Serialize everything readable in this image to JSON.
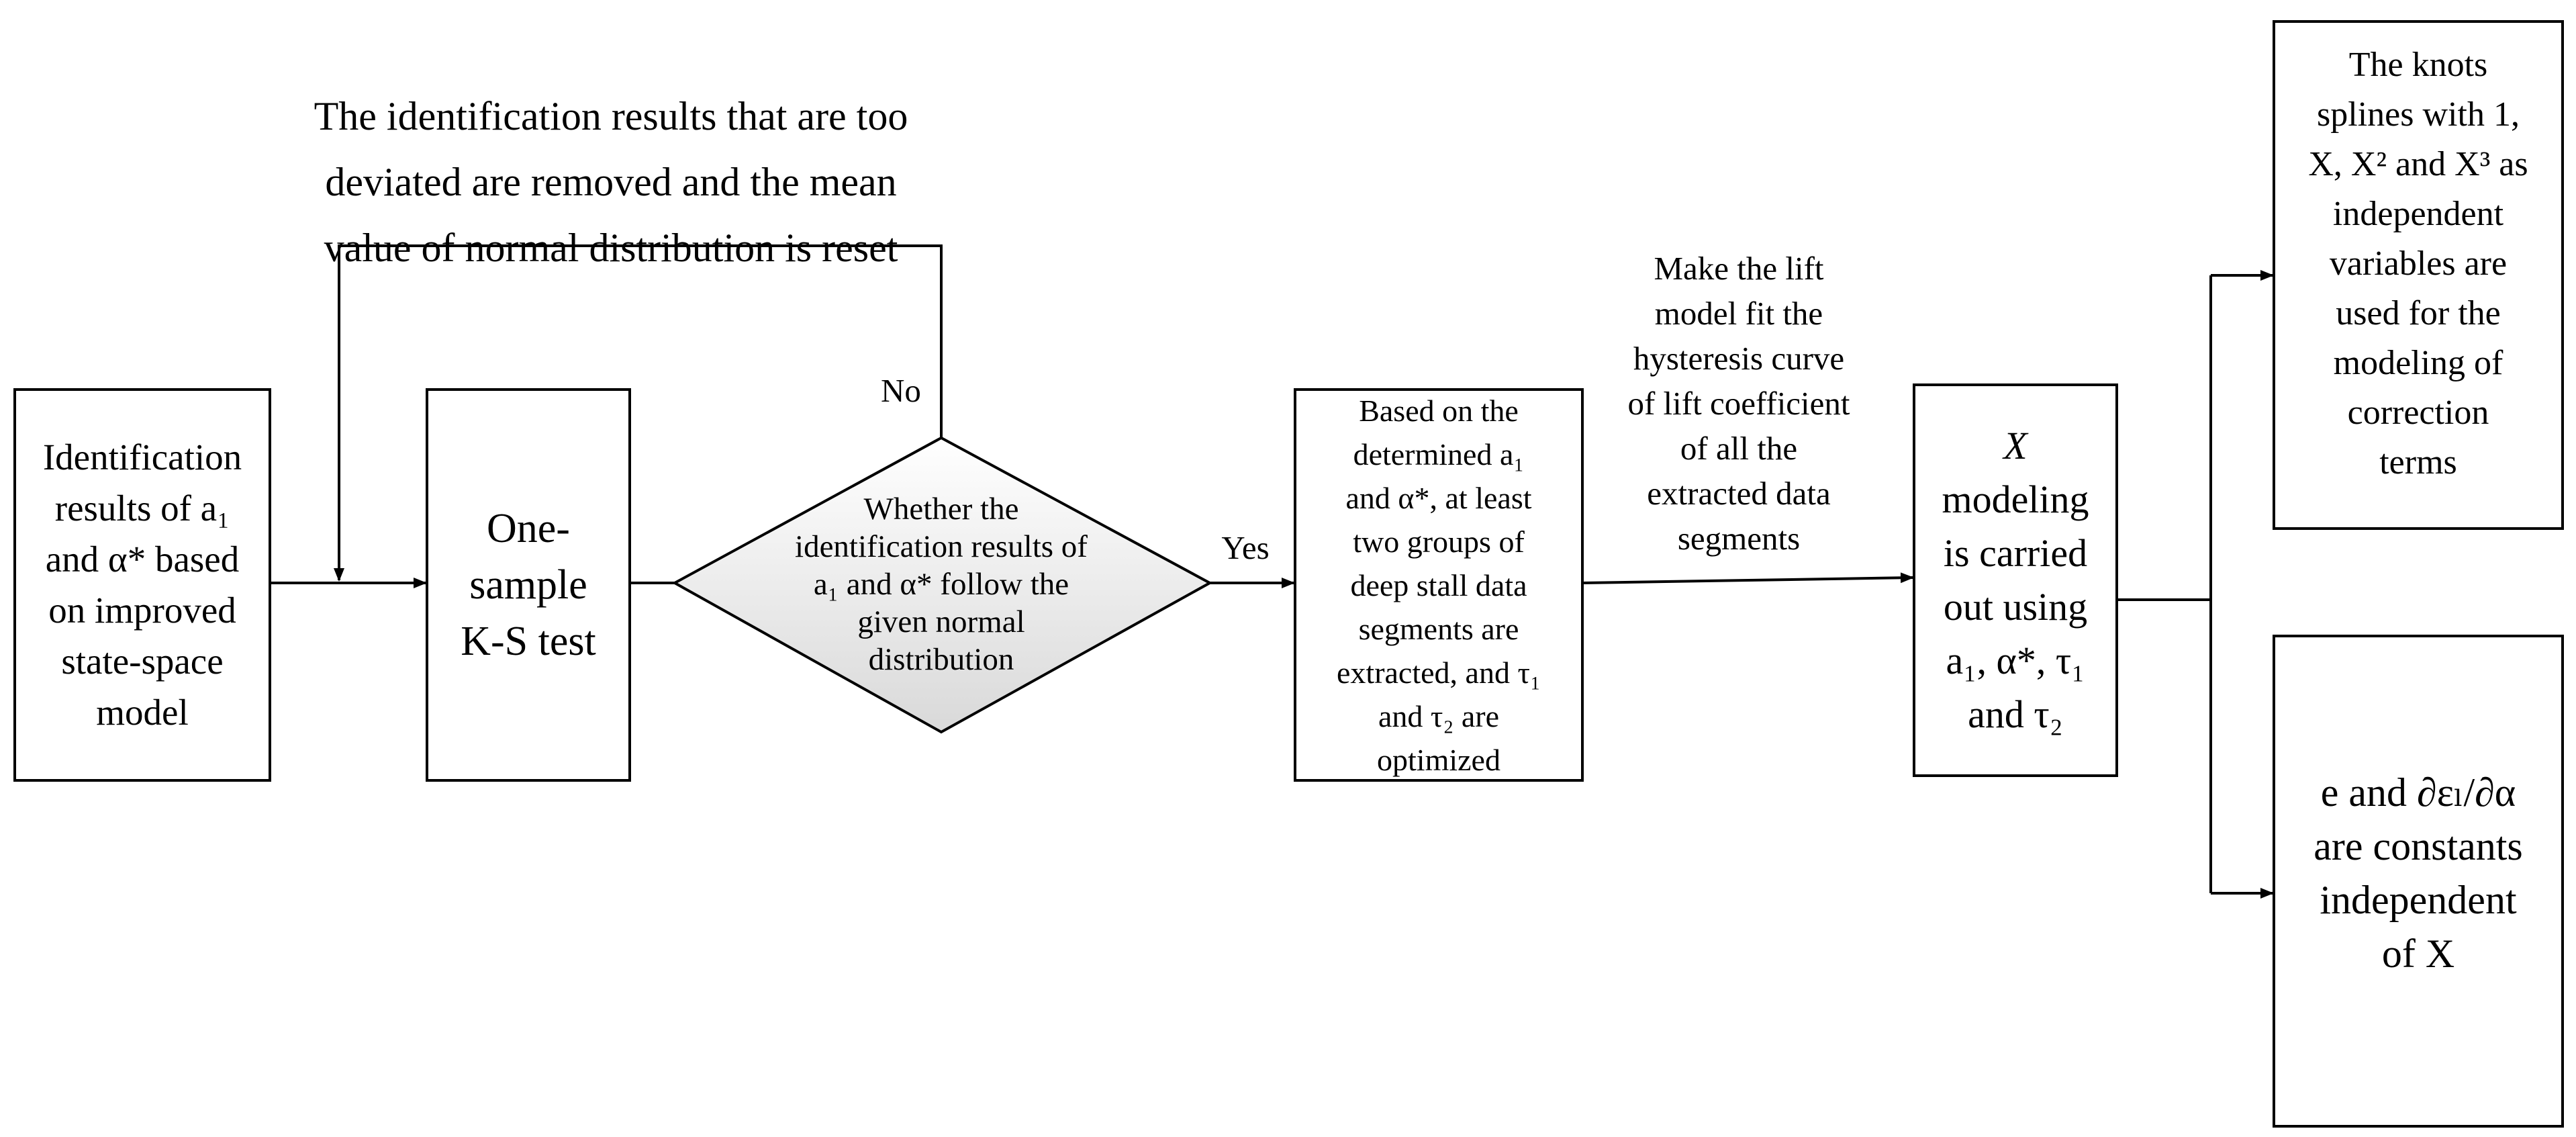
{
  "identification_box": {
    "lines": [
      "Identification",
      "results of a₁",
      "and α* based",
      "on improved",
      "state-space",
      "model"
    ]
  },
  "ks_test_box": {
    "lines": [
      "One-",
      "sample",
      "K-S test"
    ]
  },
  "decision_diamond": {
    "lines": [
      "Whether the",
      "identification results of",
      "a₁ and α* follow the",
      "given normal",
      "distribution"
    ]
  },
  "extraction_box": {
    "lines": [
      "Based on the",
      "determined a₁",
      "and α*, at least",
      "two groups of",
      "deep stall data",
      "segments are",
      "extracted, and τ₁",
      "and τ₂ are",
      "optimized"
    ]
  },
  "modeling_box": {
    "lines": [
      "X",
      "modeling",
      "is carried",
      "out using",
      "a₁, α*, τ₁",
      "and τ₂"
    ]
  },
  "splines_box": {
    "lines": [
      "The knots",
      "splines with 1,",
      "X, X² and X³ as",
      "independent",
      "variables are",
      "used for the",
      "modeling of",
      "correction",
      "terms"
    ]
  },
  "constants_box": {
    "lines": [
      "e and ∂εₗ/∂α",
      "are constants",
      "independent",
      "of X"
    ]
  },
  "feedback_label": {
    "lines": [
      "The identification results that are too",
      "deviated are removed and the mean",
      "value of normal distribution is reset"
    ]
  },
  "fit_label": {
    "lines": [
      "Make the lift",
      "model fit the",
      "hysteresis curve",
      "of lift coefficient",
      "of all the",
      "extracted data",
      "segments"
    ]
  },
  "no_label": "No",
  "yes_label": "Yes",
  "colors": {
    "stroke": "#000000",
    "diamond_fill_light": "#ffffff",
    "diamond_fill_dark": "#d9d9d9"
  }
}
